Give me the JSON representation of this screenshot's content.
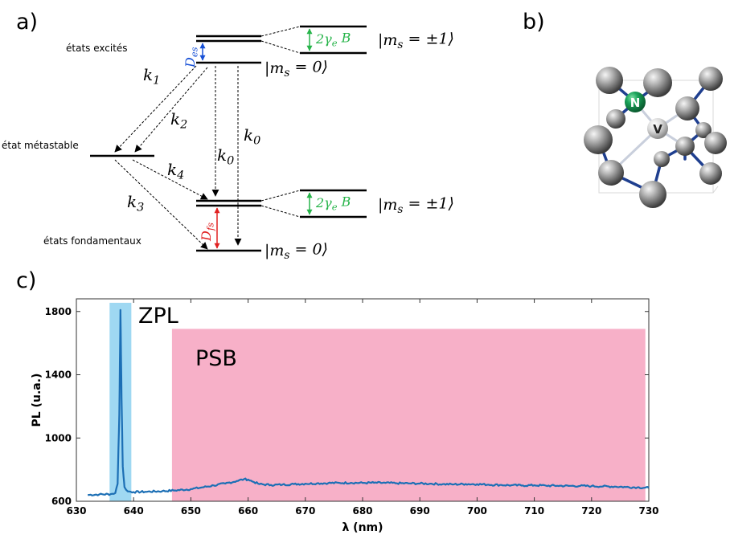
{
  "panel_labels": {
    "a": "a)",
    "b": "b)",
    "c": "c)"
  },
  "level_diagram": {
    "excited_states_label": "états excités",
    "metastable_label": "état métastable",
    "ground_states_label": "états fondamentaux",
    "ket_pm1_excited": "|m_s = ±1⟩",
    "ket_0_excited": "|m_s = 0⟩",
    "ket_pm1_ground": "|m_s = ±1⟩",
    "ket_0_ground": "|m_s = 0⟩",
    "zeeman_excited": "2γ_e B",
    "zeeman_ground": "2γ_e B",
    "d_es": "D_es",
    "d_fs": "D_fs",
    "k1": "k_1",
    "k2": "k_2",
    "k3": "k_3",
    "k4": "k_4",
    "k0_a": "k_0",
    "k0_b": "k_0"
  },
  "crystal": {
    "nitrogen_label": "N",
    "vacancy_label": "V"
  },
  "colors": {
    "zpl_band": "#9fd8f2",
    "psb_band": "#f7b0c8",
    "spectrum_line": "#1c6fb5",
    "zeeman_arrow": "#27b44a",
    "d_es_color": "#1750d6",
    "d_fs_color": "#e02020",
    "nitrogen": "#1aa35a"
  },
  "chart_data": {
    "type": "line",
    "title": "",
    "xlabel": "λ (nm)",
    "ylabel": "PL (u.a.)",
    "xlim": [
      630,
      730
    ],
    "ylim": [
      600,
      1880
    ],
    "xticks": [
      630,
      640,
      650,
      660,
      670,
      680,
      690,
      700,
      710,
      720,
      730
    ],
    "yticks": [
      600,
      1000,
      1400,
      1800
    ],
    "regions": [
      {
        "name": "ZPL",
        "x": [
          635.8,
          639.6
        ],
        "y": [
          600,
          1855
        ]
      },
      {
        "name": "PSB",
        "x": [
          646.7,
          729.4
        ],
        "y": [
          600,
          1690
        ]
      }
    ],
    "series": [
      {
        "x": [
          632,
          634,
          636,
          636.8,
          637.2,
          637.5,
          637.7,
          637.9,
          638.1,
          638.4,
          639,
          640,
          642,
          645,
          647,
          650,
          652,
          654,
          656,
          658,
          659.3,
          660,
          661,
          662,
          664,
          666,
          668,
          670,
          672,
          674,
          676,
          678,
          680,
          682,
          684,
          686,
          688,
          690,
          692,
          694,
          696,
          698,
          700,
          702,
          704,
          706,
          708,
          710,
          712,
          714,
          716,
          718,
          720,
          722,
          724,
          726,
          728,
          730
        ],
        "y": [
          640,
          643,
          645,
          652,
          710,
          1150,
          1810,
          1250,
          820,
          690,
          662,
          658,
          660,
          664,
          668,
          677,
          688,
          700,
          712,
          728,
          740,
          737,
          722,
          708,
          703,
          705,
          708,
          711,
          713,
          715,
          716,
          717,
          716,
          717,
          716,
          714,
          713,
          712,
          711,
          708,
          707,
          709,
          708,
          705,
          703,
          701,
          700,
          701,
          699,
          698,
          697,
          697,
          696,
          694,
          693,
          690,
          688,
          685
        ]
      }
    ]
  }
}
